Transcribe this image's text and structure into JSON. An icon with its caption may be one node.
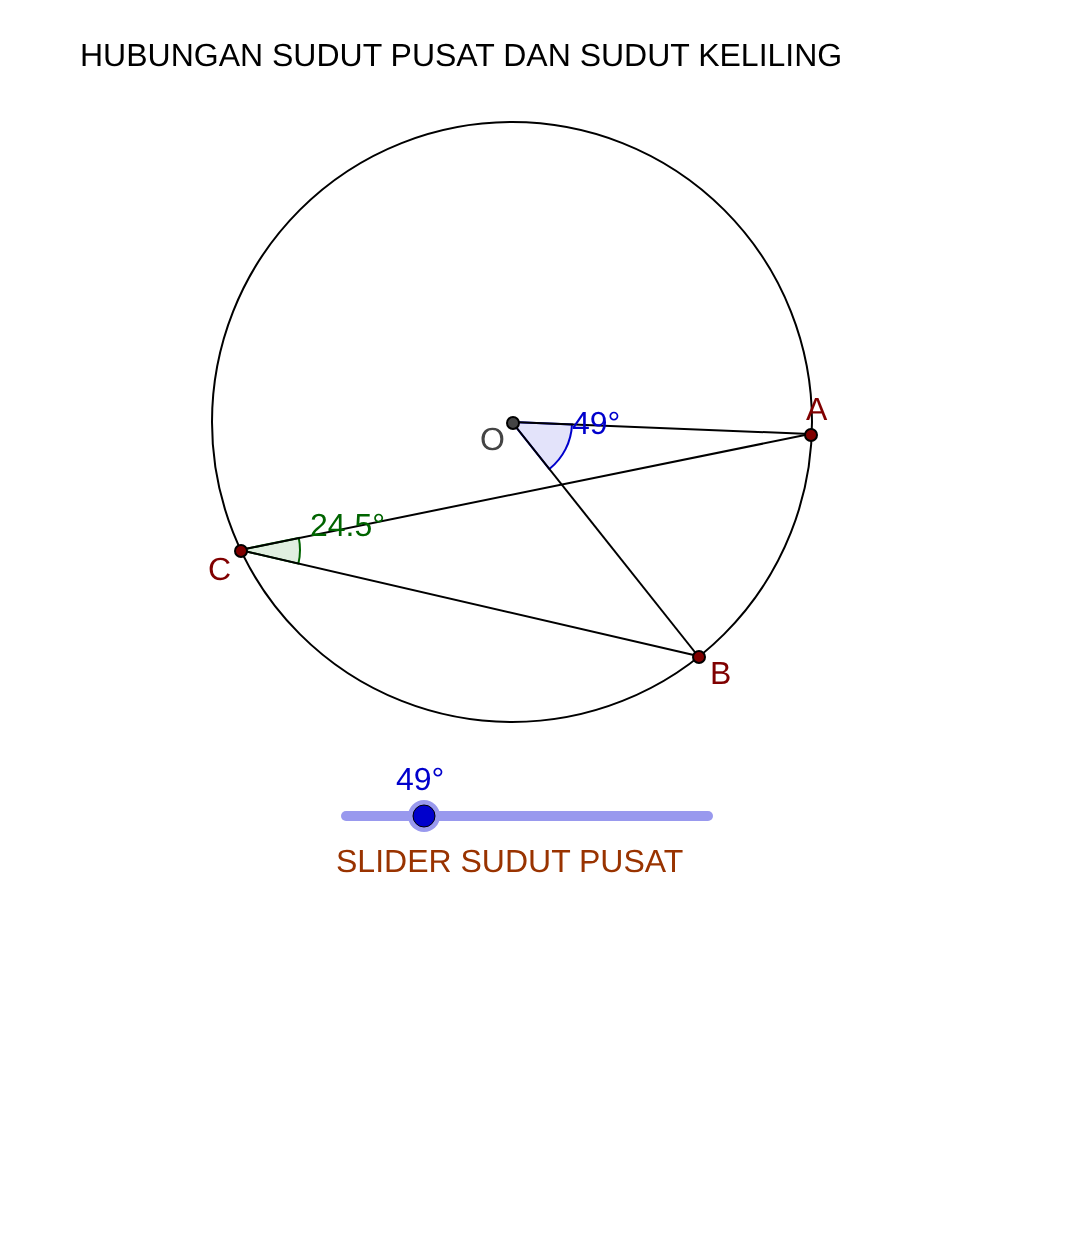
{
  "diagram": {
    "title": "HUBUNGAN SUDUT PUSAT DAN SUDUT KELILING",
    "nodes": [
      {
        "text": [
          "O"
        ],
        "beside": [
          "49°"
        ]
      },
      {
        "text": [
          "A"
        ]
      },
      {
        "text": [
          "C"
        ],
        "beside": [
          "24.5°"
        ]
      },
      {
        "text": [
          "B"
        ]
      }
    ],
    "edges": [
      {
        "from": 0,
        "to": 1,
        "arrow": "none"
      },
      {
        "from": 0,
        "to": 3,
        "arrow": "none"
      },
      {
        "from": 2,
        "to": 1,
        "arrow": "none"
      },
      {
        "from": 2,
        "to": 3,
        "arrow": "none"
      }
    ],
    "labels": [
      "49°",
      "SLIDER SUDUT PUSAT"
    ]
  }
}
